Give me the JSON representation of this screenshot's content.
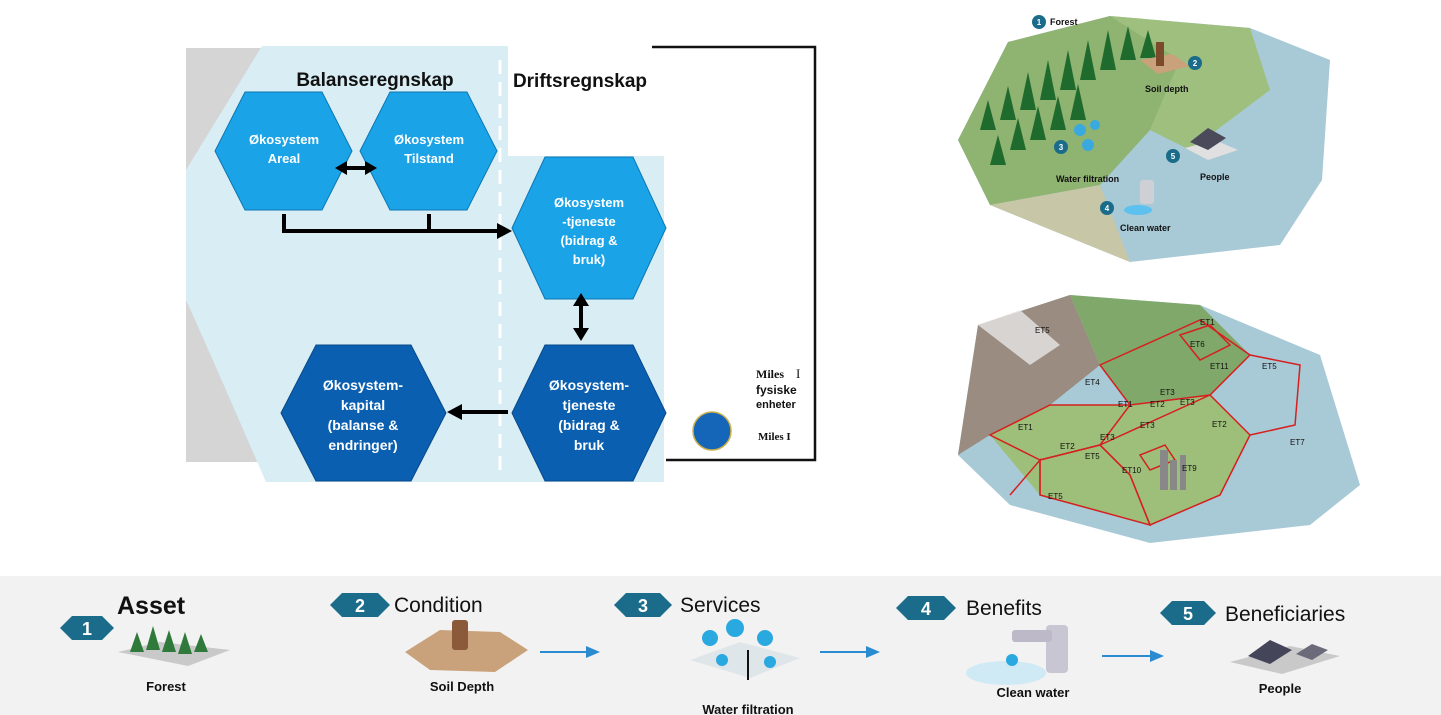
{
  "accounting": {
    "balance_title": "Balanseregnskap",
    "operating_title": "Driftsregnskap",
    "nodes": {
      "areal": [
        "Økosystem",
        "Areal"
      ],
      "tilstand": [
        "Økosystem",
        "Tilstand"
      ],
      "tjeneste_top": [
        "Økosystem",
        "-tjeneste",
        "(bidrag &",
        "bruk)"
      ],
      "kapital": [
        "Økosystem-",
        "kapital",
        "(balanse &",
        "endringer)"
      ],
      "tjeneste_bottom": [
        "Økosystem-",
        "tjeneste",
        "(bidrag &",
        "bruk"
      ]
    },
    "legend": {
      "miles_top": "Miles",
      "miles_top_mark": "I",
      "fysiske": "fysiske",
      "enheter": "enheter",
      "miles_bottom": "Miles I",
      "dot_color": "#1565b8"
    }
  },
  "map_top": {
    "labels": [
      {
        "num": "1",
        "text": "Forest"
      },
      {
        "num": "2",
        "text": "Soil depth"
      },
      {
        "num": "3",
        "text": "Water filtration"
      },
      {
        "num": "4",
        "text": "Clean water"
      },
      {
        "num": "5",
        "text": "People"
      }
    ]
  },
  "map_bottom": {
    "zones": [
      "ET5",
      "ET1",
      "ET6",
      "ET11",
      "ET5",
      "ET4",
      "ET3",
      "ET1",
      "ET2",
      "ET3",
      "ET1",
      "ET3",
      "ET3",
      "ET2",
      "ET2",
      "ET5",
      "ET10",
      "ET9",
      "ET5",
      "ET7"
    ]
  },
  "flow": {
    "steps": [
      {
        "num": "1",
        "title": "Asset",
        "caption": "Forest"
      },
      {
        "num": "2",
        "title": "Condition",
        "caption": "Soil Depth"
      },
      {
        "num": "3",
        "title": "Services",
        "caption": "Water filtration"
      },
      {
        "num": "4",
        "title": "Benefits",
        "caption": "Clean water"
      },
      {
        "num": "5",
        "title": "Beneficiaries",
        "caption": "People"
      }
    ]
  },
  "colors": {
    "light_hex": "#1aa3e6",
    "dark_hex": "#0a5fb0",
    "panel_bg": "#d8eef4",
    "badge": "#1a6c8a"
  }
}
